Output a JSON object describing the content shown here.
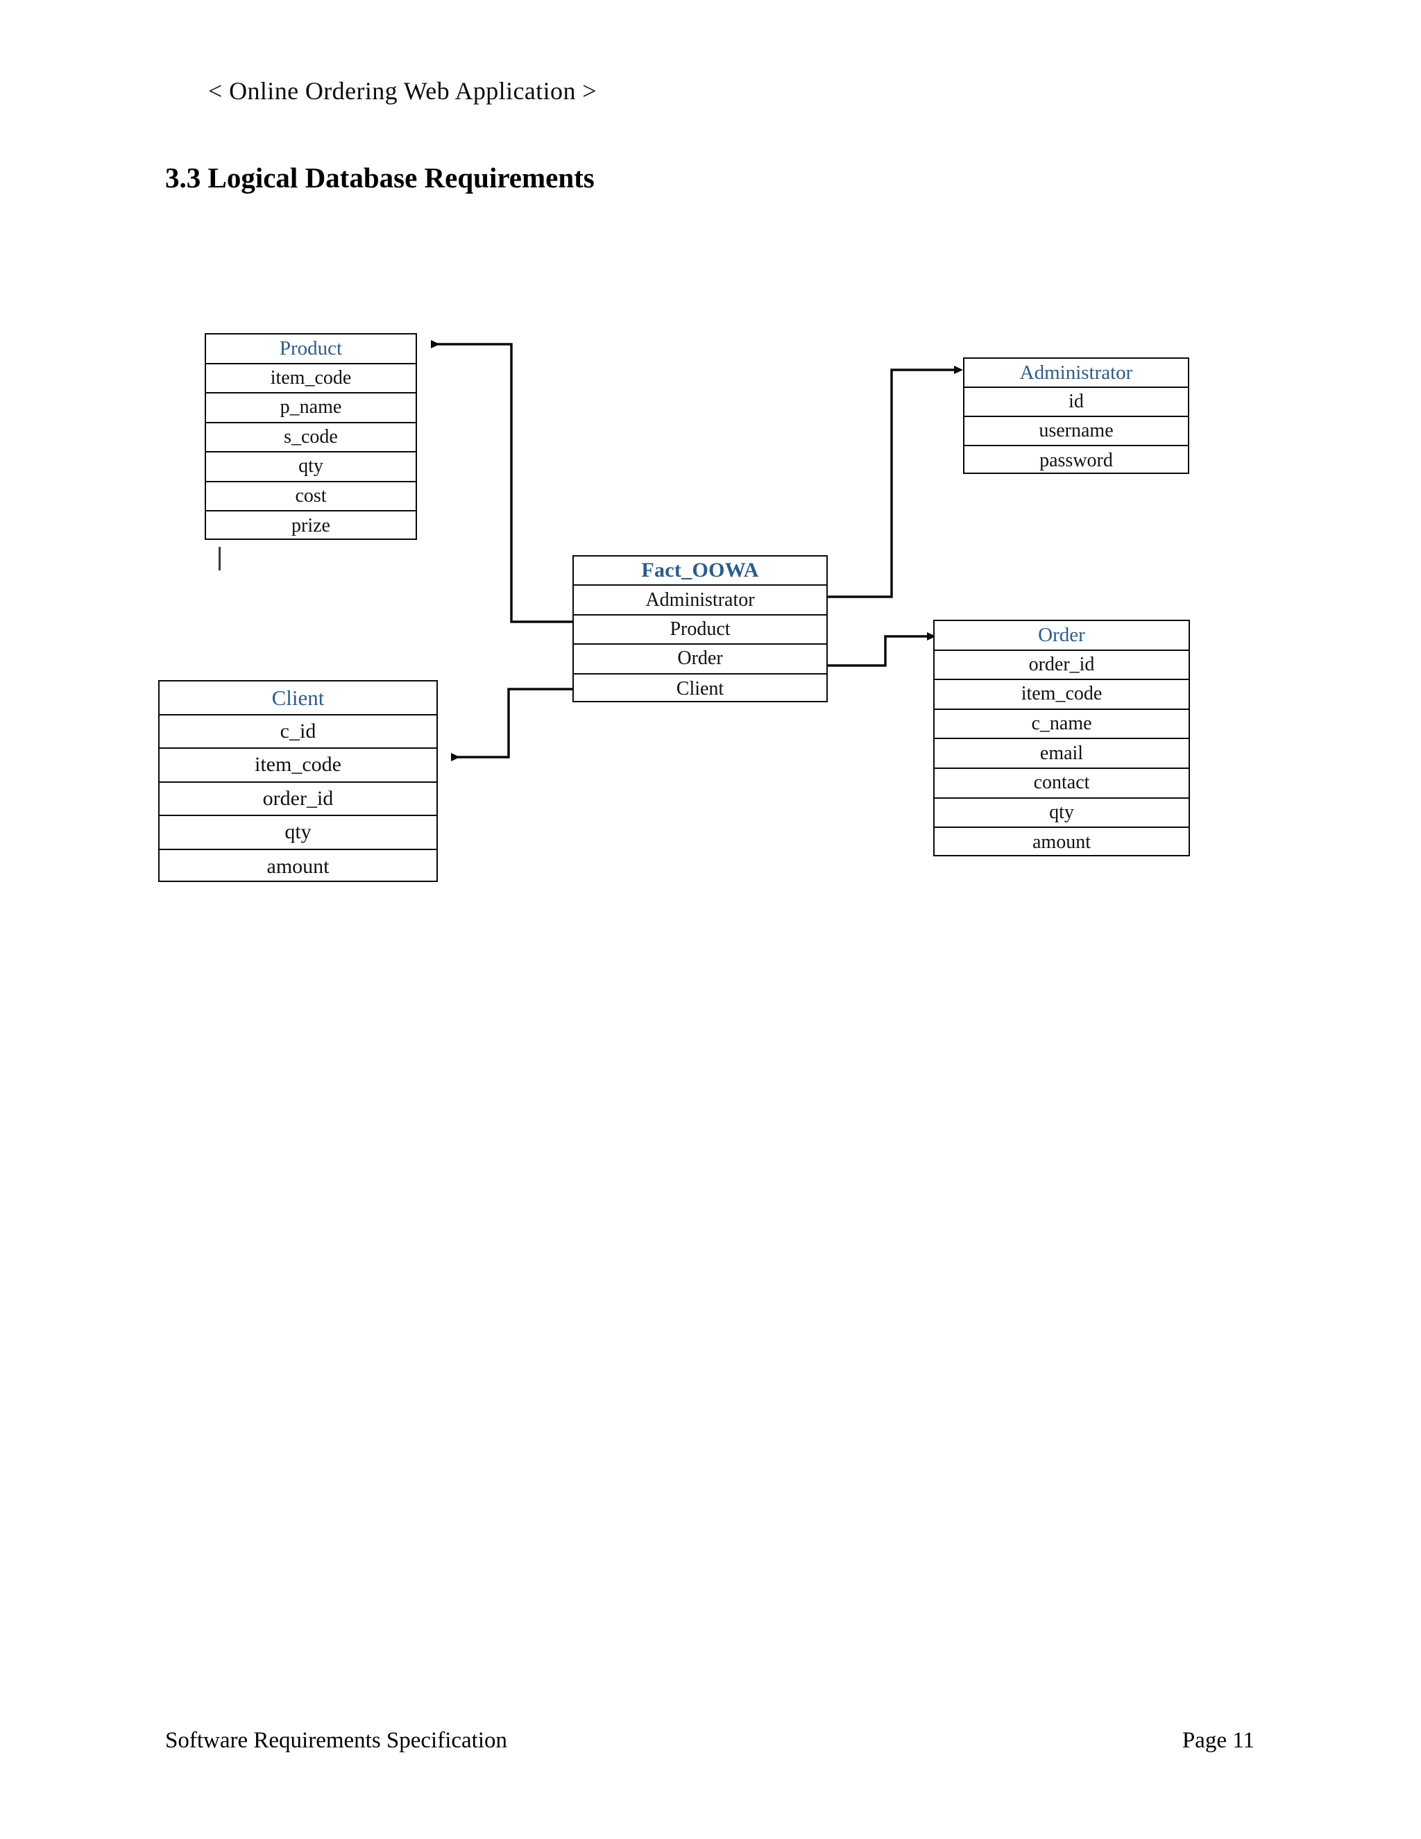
{
  "document": {
    "header_title": "< Online Ordering Web Application >",
    "section_heading": "3.3 Logical Database Requirements",
    "footer_left": "Software Requirements Specification",
    "footer_right": "Page 11"
  },
  "theme": {
    "entity_title_color": "#2d5c88",
    "entity_border_color": "#0a0a0a",
    "text_color": "#111111",
    "page_background": "#ffffff"
  },
  "diagram": {
    "type": "star-schema-erd",
    "entities": [
      {
        "id": "product",
        "title": "Product",
        "fields": [
          "item_code",
          "p_name",
          "s_code",
          "qty",
          "cost",
          "prize"
        ]
      },
      {
        "id": "administrator",
        "title": "Administrator",
        "fields": [
          "id",
          "username",
          "password"
        ]
      },
      {
        "id": "fact",
        "title": "Fact_OOWA",
        "fields": [
          "Administrator",
          "Product",
          "Order",
          "Client"
        ]
      },
      {
        "id": "order",
        "title": "Order",
        "fields": [
          "order_id",
          "item_code",
          "c_name",
          "email",
          "contact",
          "qty",
          "amount"
        ]
      },
      {
        "id": "client",
        "title": "Client",
        "fields": [
          "c_id",
          "item_code",
          "order_id",
          "qty",
          "amount"
        ]
      }
    ],
    "relationships": [
      {
        "from": "fact.Product",
        "to": "product",
        "arrow": "to"
      },
      {
        "from": "fact.Administrator",
        "to": "administrator",
        "arrow": "to"
      },
      {
        "from": "fact.Order",
        "to": "order",
        "arrow": "to"
      },
      {
        "from": "fact.Client",
        "to": "client",
        "arrow": "to"
      }
    ]
  }
}
